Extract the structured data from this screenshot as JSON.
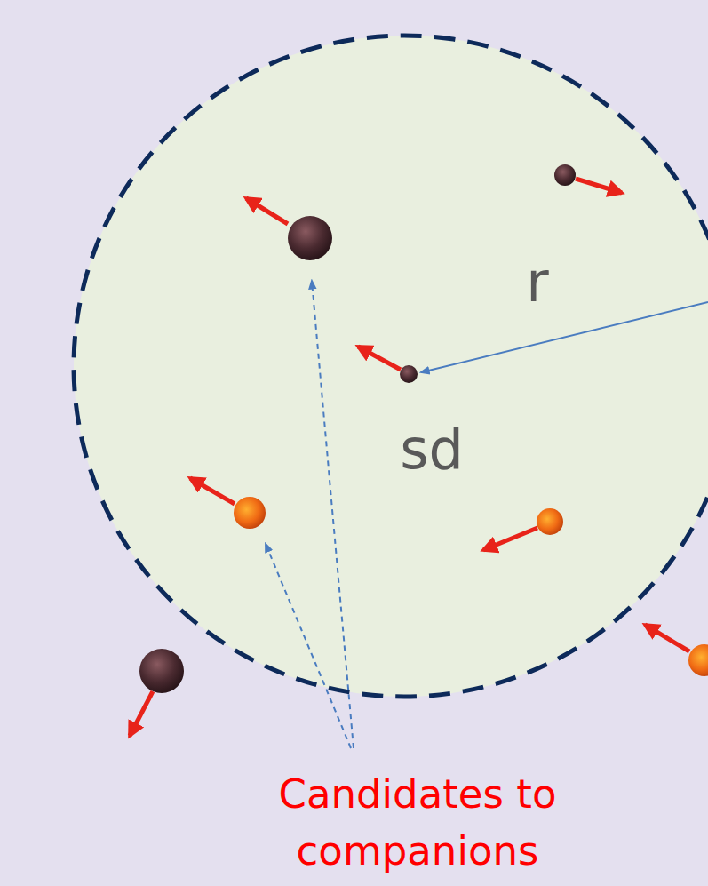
{
  "diagram": {
    "labels": [
      "r",
      "sd",
      "Candidates to companions"
    ]
  }
}
